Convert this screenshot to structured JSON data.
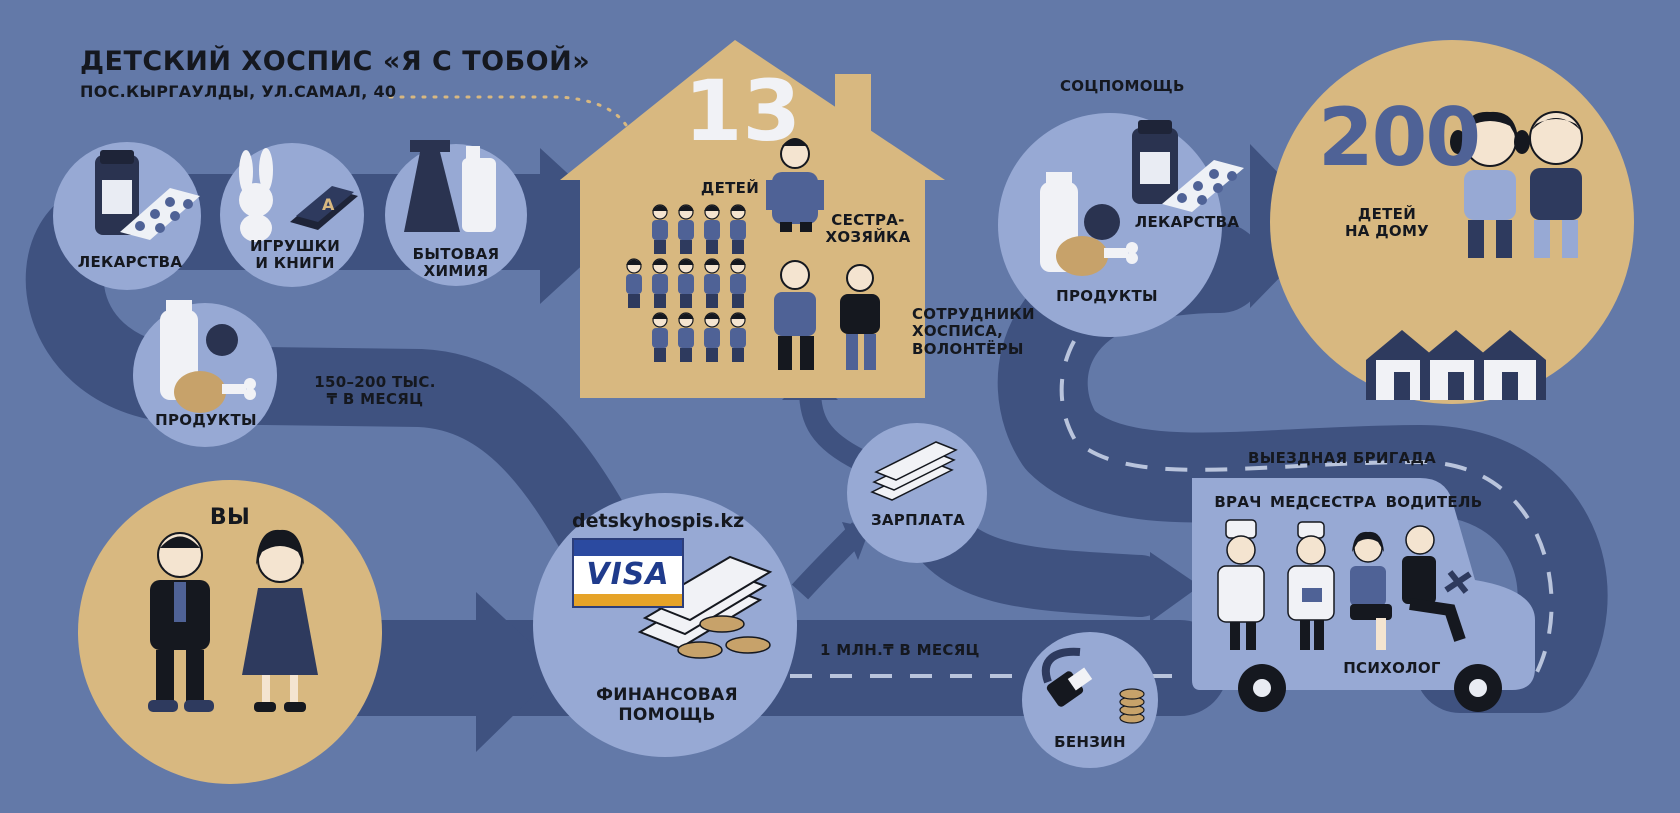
{
  "header": {
    "title": "ДЕТСКИЙ ХОСПИС «Я С ТОБОЙ»",
    "address": "ПОС.КЫРГАУЛДЫ, УЛ.САМАЛ, 40"
  },
  "donations": {
    "medicines": "ЛЕКАРСТВА",
    "toys_books": "ИГРУШКИ\nИ КНИГИ",
    "household": "БЫТОВАЯ\nХИМИЯ",
    "products": "ПРОДУКТЫ",
    "amount": "150–200 ТЫС.\n₸ В МЕСЯЦ"
  },
  "you": {
    "label": "ВЫ"
  },
  "finance": {
    "site": "detskyhospis.kz",
    "visa": "VISA",
    "label": "ФИНАНСОВАЯ\nПОМОЩЬ"
  },
  "hospice": {
    "count": "13",
    "children": "ДЕТЕЙ",
    "nurse": "СЕСТРА-\nХОЗЯЙКА",
    "staff": "СОТРУДНИКИ\nХОСПИСА,\nВОЛОНТЁРЫ"
  },
  "salary": {
    "label": "ЗАРПЛАТА"
  },
  "monthly": {
    "label": "1 МЛН.₸ В МЕСЯЦ"
  },
  "fuel": {
    "label": "БЕНЗИН"
  },
  "social": {
    "title": "СОЦПОМОЩЬ",
    "medicines": "ЛЕКАРСТВА",
    "products": "ПРОДУКТЫ"
  },
  "home": {
    "count": "200",
    "label": "ДЕТЕЙ\nНА ДОМУ"
  },
  "brigade": {
    "title": "ВЫЕЗДНАЯ БРИГАДА",
    "doctor": "ВРАЧ",
    "nurse": "МЕДСЕСТРА",
    "driver": "ВОДИТЕЛЬ",
    "psychologist": "ПСИХОЛОГ"
  },
  "colors": {
    "background": "#6379a8",
    "road": "#3f5280",
    "circle": "#97a9d4",
    "tan": "#d8b880",
    "ink": "#15181f",
    "figure": "#4f6296"
  }
}
